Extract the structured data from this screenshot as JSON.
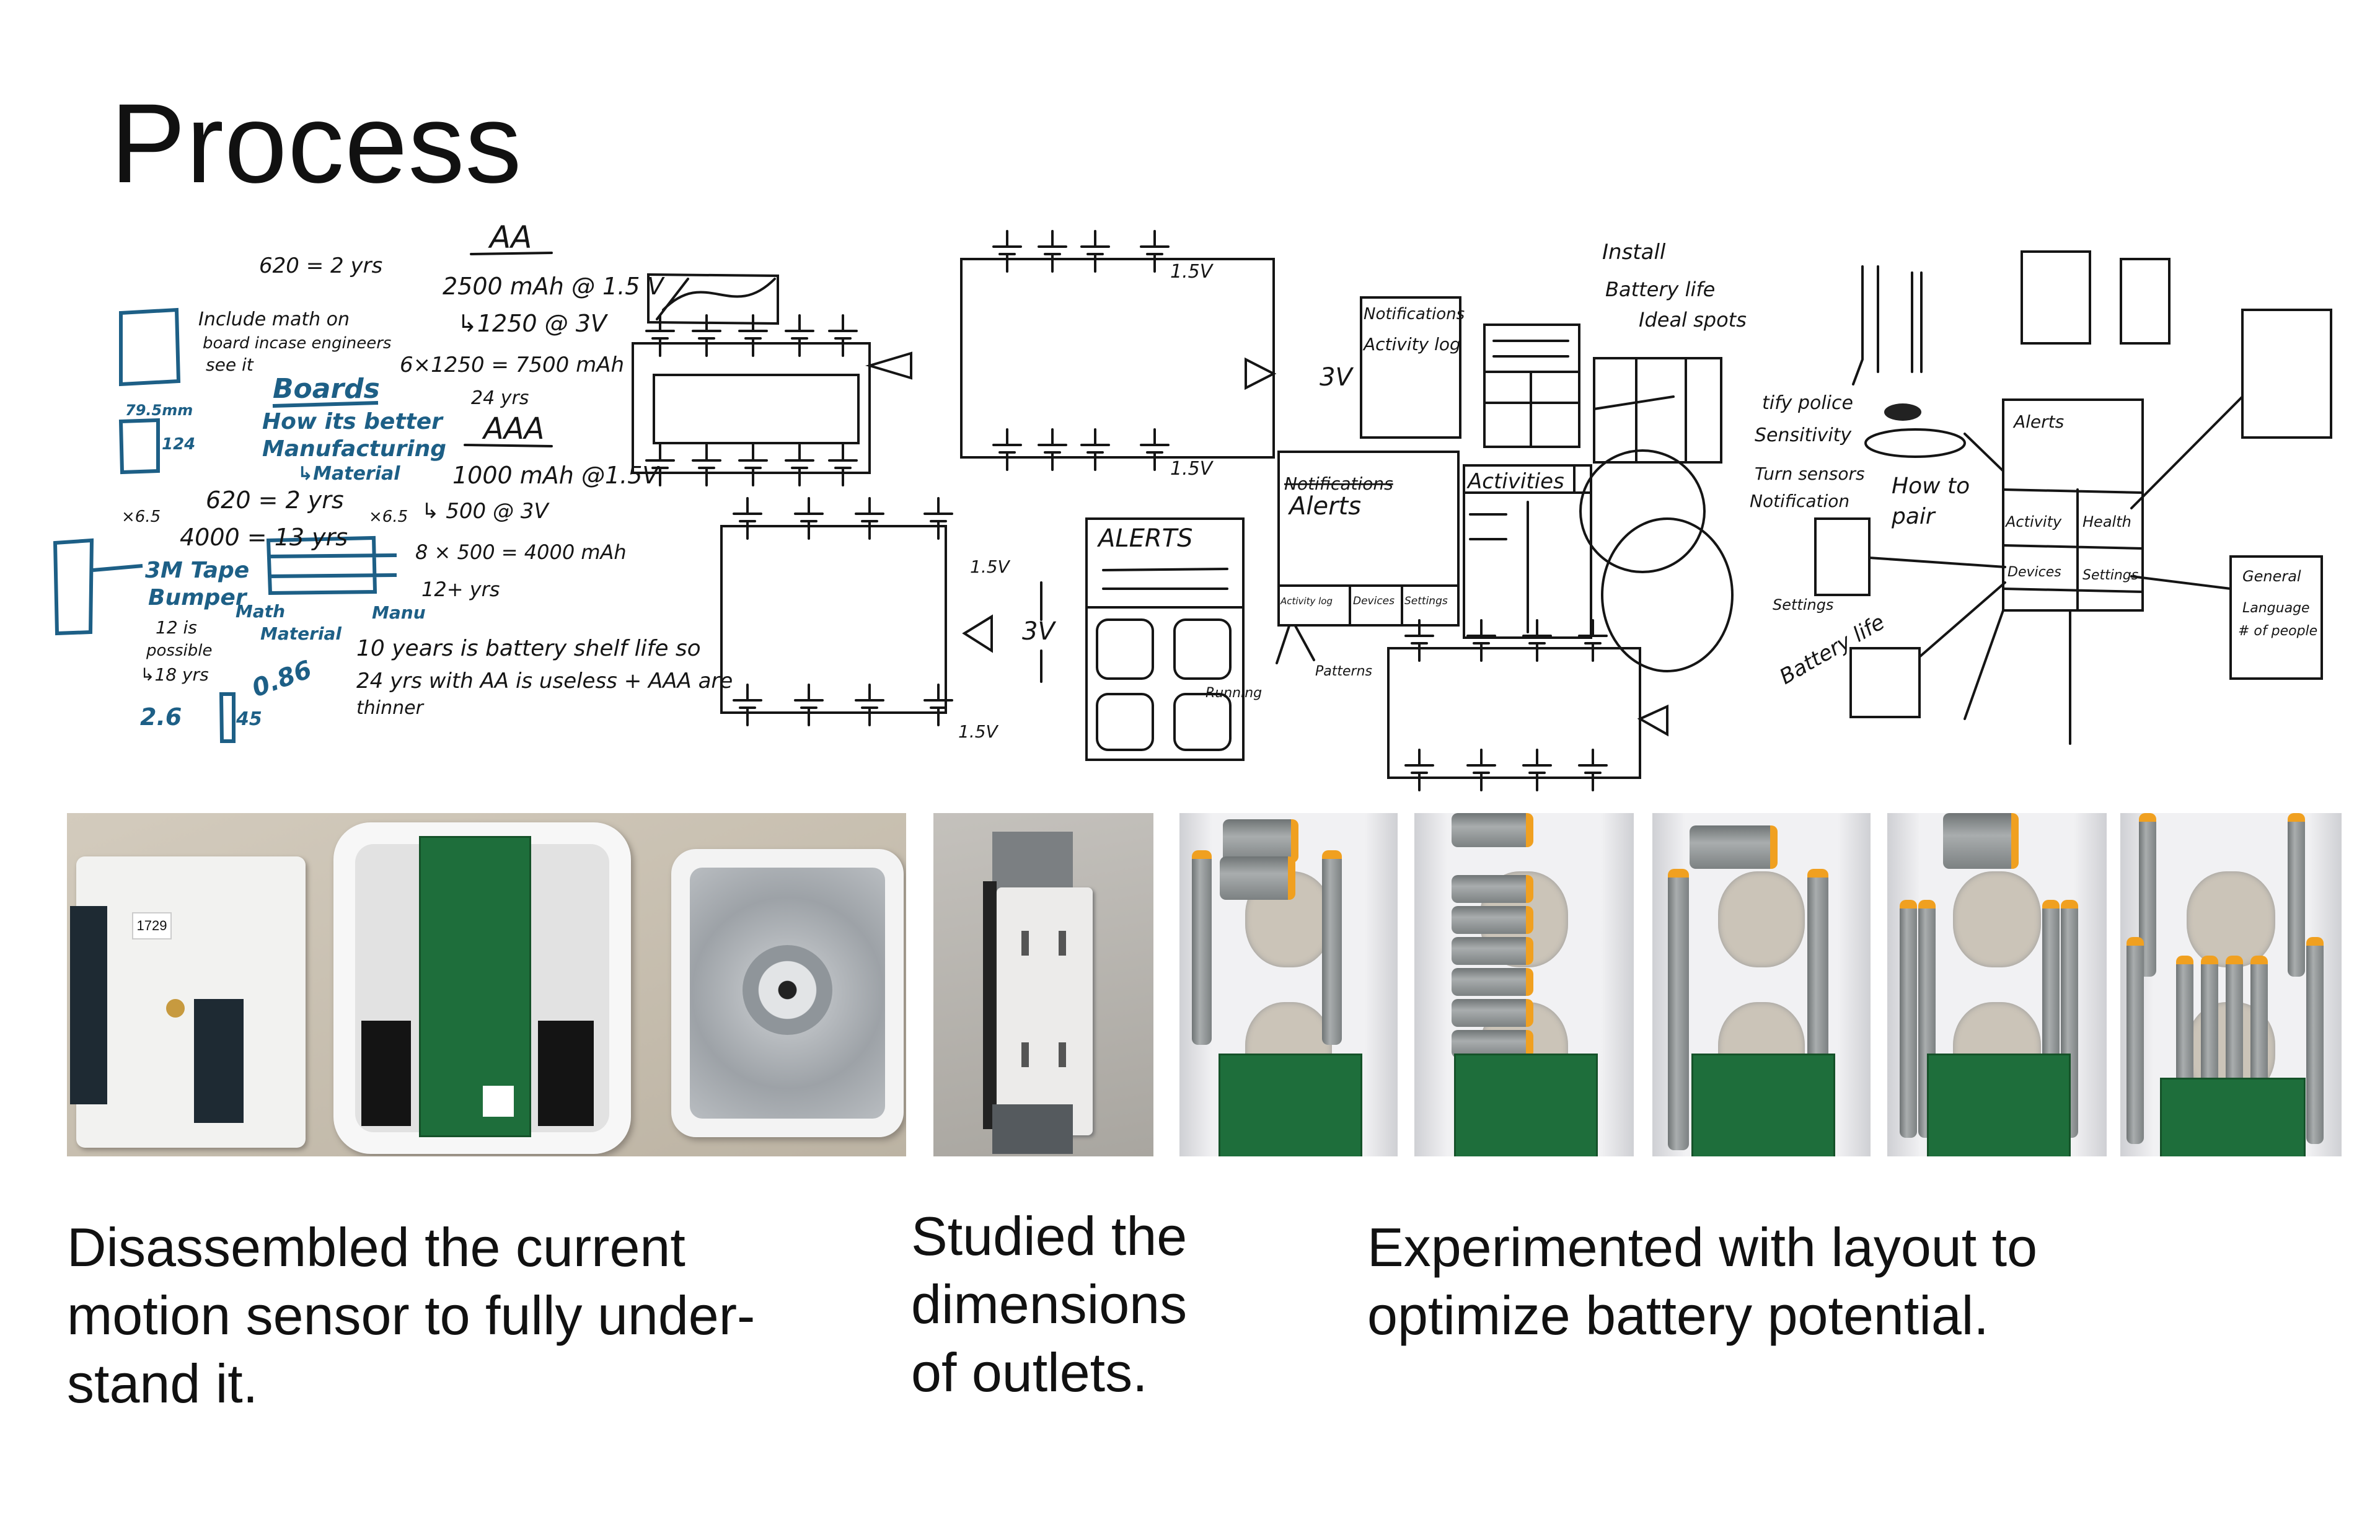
{
  "title": "Process",
  "sketch_notes": {
    "math": {
      "n1": "620 = 2 yrs",
      "aa_heading": "AA",
      "aa_cap": "2500 mAh @ 1.5 V",
      "aa_3v": "↳1250 @ 3V",
      "aa_total": "6×1250 = 7500 mAh",
      "aa_years": "24 yrs",
      "aaa_heading": "AAA",
      "aaa_cap": "1000 mAh @1.5V",
      "aaa_3v": "↳ 500 @ 3V",
      "aaa_total": "8 × 500 = 4000 mAh",
      "aaa_years": "12+ yrs",
      "shelf_1": "10 years is battery shelf life so",
      "shelf_2": "24 yrs with AA is useless + AAA are",
      "shelf_3": "thinner",
      "include_1": "Include math on",
      "include_2": "board incase engineers",
      "include_3": "see it",
      "mah_unit": "mAh"
    },
    "blue": {
      "boards": "Boards",
      "better": "How its better",
      "manufacturing": "Manufacturing",
      "material_sub": "↳Material",
      "dim1": "79.5mm",
      "dim2": "124",
      "calc1": "620 = 2 yrs",
      "mult1": "×6.5",
      "calc2": "4000 = 13 yrs",
      "mult2": "×6.5",
      "tape": "3M Tape",
      "bumper": "Bumper",
      "math": "Math",
      "material": "Material",
      "manu": "Manu",
      "n26": "2.6",
      "n45": "45",
      "n086": "0.86"
    },
    "black_misc": {
      "possible_1": "12 is",
      "possible_2": "possible",
      "possible_3": "↳18 yrs"
    },
    "circuits": {
      "v15_a": "1.5V",
      "v3_a": "3V",
      "v15_b": "1.5V",
      "v15_c": "1.5V",
      "v3_b": "3V",
      "v15_d": "1.5V"
    },
    "wireframes": {
      "alerts_caps": "ALERTS",
      "running": "Running",
      "notifications": "Notifications",
      "activity_log": "Activity log",
      "notifications_struck": "Notifications",
      "alerts": "Alerts",
      "tab_activity_log": "Activity log",
      "tab_devices": "Devices",
      "tab_settings": "Settings",
      "patterns": "Patterns",
      "activities": "Activities",
      "install": "Install",
      "battery_life": "Battery life",
      "ideal_spots": "Ideal spots",
      "notify_police": "tify police",
      "sensitivity": "Sensitivity",
      "turn_sensors": "Turn sensors",
      "notification": "Notification",
      "how_to": "How to",
      "pair": "pair",
      "settings": "Settings",
      "battery_life_2": "Battery life",
      "alerts_2": "Alerts",
      "activity": "Activity",
      "health": "Health",
      "devices": "Devices",
      "settings_2": "Settings",
      "general": "General",
      "language": "Language",
      "people": "# of people"
    }
  },
  "photos": {
    "sensor_label": "1729"
  },
  "captions": {
    "disassembled": [
      "Disassembled the current",
      "motion sensor to fully under-",
      "stand it."
    ],
    "studied": [
      "Studied the",
      "dimensions",
      "of outlets."
    ],
    "experimented": [
      "Experimented with layout to",
      "optimize battery potential."
    ]
  }
}
